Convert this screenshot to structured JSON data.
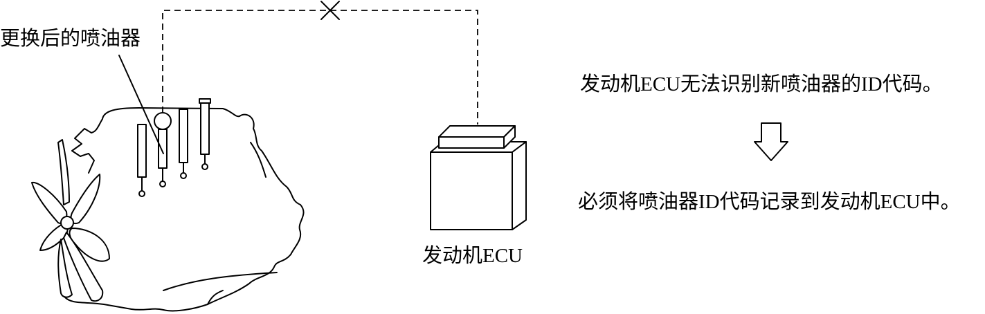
{
  "labels": {
    "injector": "更换后的喷油器",
    "ecu": "发动机ECU"
  },
  "notes": {
    "statement": "发动机ECU无法识别新喷油器的ID代码。",
    "requirement": "必须将喷油器ID代码记录到发动机ECU中。"
  }
}
